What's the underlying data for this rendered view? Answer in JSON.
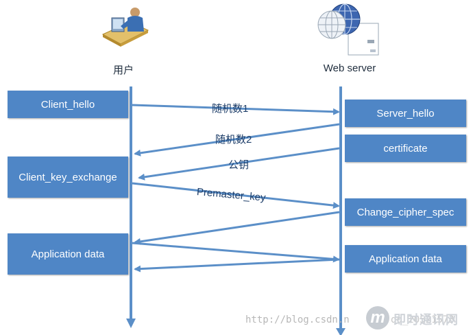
{
  "actors": {
    "client_label": "用户",
    "server_label": "Web server"
  },
  "client_boxes": [
    "Client_hello",
    "Client_key_exchange",
    "Application data"
  ],
  "server_boxes": [
    "Server_hello",
    "certificate",
    "Change_cipher_spec",
    "Application data"
  ],
  "messages": [
    "随机数1",
    "随机数2",
    "公钥",
    "Premaster_key"
  ],
  "watermark": {
    "url_text": "http://blog.csdn.n",
    "partial_text": "qq_20521573",
    "logo_letter": "m",
    "logo_text": "即时通讯网"
  },
  "colors": {
    "box_fill": "#4f86c6",
    "lifeline": "#5b8fc8",
    "arrow": "#5b8fc8"
  }
}
